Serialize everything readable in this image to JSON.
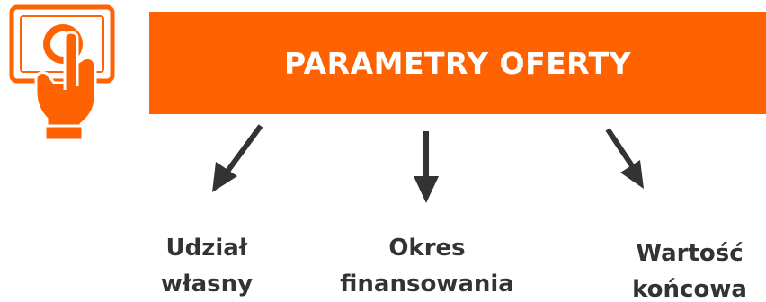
{
  "banner": {
    "title": "PARAMETRY OFERTY",
    "color": "#FF6200"
  },
  "icon": {
    "name": "hand-holding-banknote-icon",
    "color": "#FF6200"
  },
  "parameters": [
    {
      "line1": "Udział",
      "line2": "własny"
    },
    {
      "line1": "Okres",
      "line2": "finansowania"
    },
    {
      "line1": "Wartość",
      "line2": "końcowa"
    }
  ],
  "colors": {
    "accent": "#FF6200",
    "arrow": "#333333",
    "label": "#333333"
  }
}
